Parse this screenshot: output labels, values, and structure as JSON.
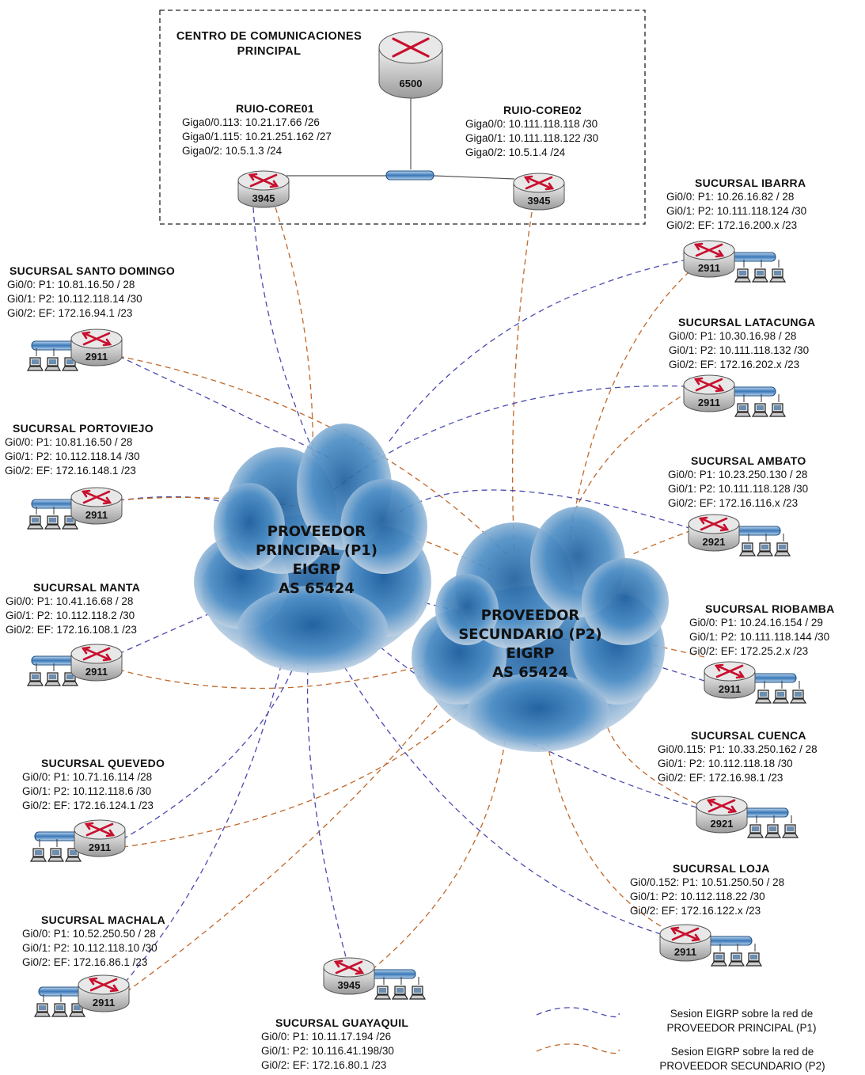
{
  "colors": {
    "p1_line": "#4a4ab0",
    "p2_line": "#c0682a",
    "cloud": "#3f82bd",
    "router": "#c8c8c8",
    "router_arrow": "#c8102e",
    "switch": "#2f6aa8"
  },
  "datacenter": {
    "title_line1": "CENTRO DE COMUNICACIONES",
    "title_line2": "PRINCIPAL",
    "core_model": "6500"
  },
  "core01": {
    "title": "RUIO-CORE01",
    "lines": [
      "Giga0/0.113: 10.21.17.66 /26",
      "Giga0/1.115:  10.21.251.162 /27",
      "Giga0/2: 10.5.1.3 /24"
    ],
    "model": "3945"
  },
  "core02": {
    "title": "RUIO-CORE02",
    "lines": [
      "Giga0/0: 10.111.118.118 /30",
      "Giga0/1: 10.111.118.122 /30",
      "Giga0/2: 10.5.1.4 /24"
    ],
    "model": "3945"
  },
  "clouds": {
    "p1": [
      "PROVEEDOR",
      "PRINCIPAL (P1)",
      "EIGRP",
      "AS 65424"
    ],
    "p2": [
      "PROVEEDOR",
      "SECUNDARIO (P2)",
      "EIGRP",
      "AS 65424"
    ]
  },
  "branches": [
    {
      "id": "santo-domingo",
      "title": "SUCURSAL SANTO DOMINGO",
      "lines": [
        "Gi0/0: P1: 10.81.16.50 / 28",
        "Gi0/1: P2: 10.112.118.14 /30",
        "Gi0/2: EF: 172.16.94.1 /23"
      ],
      "model": "2911"
    },
    {
      "id": "portoviejo",
      "title": "SUCURSAL PORTOVIEJO",
      "lines": [
        "Gi0/0: P1: 10.81.16.50 / 28",
        "Gi0/1: P2: 10.112.118.14 /30",
        "Gi0/2: EF: 172.16.148.1 /23"
      ],
      "model": "2911"
    },
    {
      "id": "manta",
      "title": "SUCURSAL MANTA",
      "lines": [
        "Gi0/0: P1: 10.41.16.68 / 28",
        "Gi0/1: P2: 10.112.118.2 /30",
        "Gi0/2: EF: 172.16.108.1 /23"
      ],
      "model": "2911"
    },
    {
      "id": "quevedo",
      "title": "SUCURSAL QUEVEDO",
      "lines": [
        "Gi0/0: P1: 10.71.16.114 /28",
        "Gi0/1: P2: 10.112.118.6 /30",
        "Gi0/2: EF: 172.16.124.1 /23"
      ],
      "model": "2911"
    },
    {
      "id": "machala",
      "title": "SUCURSAL MACHALA",
      "lines": [
        "Gi0/0: P1: 10.52.250.50 / 28",
        "Gi0/1: P2: 10.112.118.10 /30",
        "Gi0/2: EF: 172.16.86.1 /23"
      ],
      "model": "2911"
    },
    {
      "id": "guayaquil",
      "title": "SUCURSAL GUAYAQUIL",
      "lines": [
        "Gi0/0: P1: 10.11.17.194 /26",
        "Gi0/1: P2: 10.116.41.198/30",
        "Gi0/2: EF: 172.16.80.1 /23"
      ],
      "model": "3945"
    },
    {
      "id": "ibarra",
      "title": "SUCURSAL IBARRA",
      "lines": [
        "Gi0/0: P1: 10.26.16.82 / 28",
        "Gi0/1: P2: 10.111.118.124 /30",
        "Gi0/2: EF: 172.16.200.x /23"
      ],
      "model": "2911"
    },
    {
      "id": "latacunga",
      "title": "SUCURSAL LATACUNGA",
      "lines": [
        "Gi0/0: P1: 10.30.16.98 / 28",
        "Gi0/1: P2: 10.111.118.132 /30",
        "Gi0/2: EF: 172.16.202.x /23"
      ],
      "model": "2911"
    },
    {
      "id": "ambato",
      "title": "SUCURSAL AMBATO",
      "lines": [
        "Gi0/0: P1: 10.23.250.130 / 28",
        "Gi0/1: P2: 10.111.118.128 /30",
        "Gi0/2: EF: 172.16.116.x /23"
      ],
      "model": "2921"
    },
    {
      "id": "riobamba",
      "title": "SUCURSAL RIOBAMBA",
      "lines": [
        "Gi0/0: P1: 10.24.16.154 / 29",
        "Gi0/1: P2: 10.111.118.144 /30",
        "Gi0/2: EF: 172.25.2.x /23"
      ],
      "model": "2911"
    },
    {
      "id": "cuenca",
      "title": "SUCURSAL CUENCA",
      "lines": [
        "Gi0/0.115: P1: 10.33.250.162 / 28",
        "Gi0/1: P2: 10.112.118.18 /30",
        "Gi0/2: EF: 172.16.98.1 /23"
      ],
      "model": "2921"
    },
    {
      "id": "loja",
      "title": "SUCURSAL LOJA",
      "lines": [
        "Gi0/0.152: P1: 10.51.250.50 / 28",
        "Gi0/1: P2: 10.112.118.22 /30",
        "Gi0/2: EF: 172.16.122.x /23"
      ],
      "model": "2911"
    }
  ],
  "legend": {
    "p1_line1": "Sesion EIGRP sobre la red de",
    "p1_line2": "PROVEEDOR PRINCIPAL (P1)",
    "p2_line1": "Sesion EIGRP sobre la red de",
    "p2_line2": "PROVEEDOR SECUNDARIO (P2)"
  }
}
